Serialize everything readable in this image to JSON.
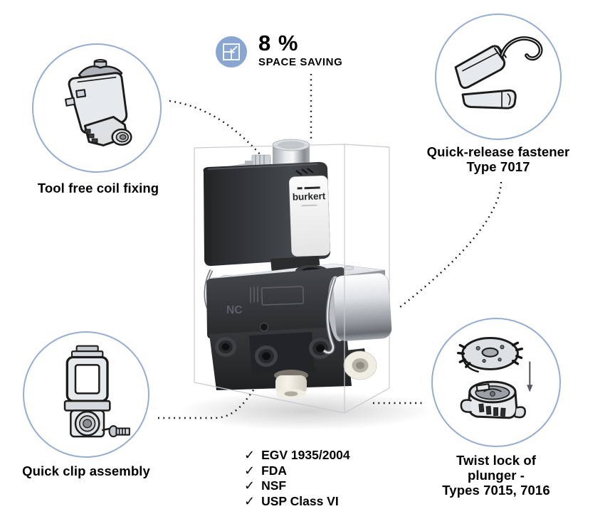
{
  "space_saving": {
    "value": "8 %",
    "label": "SPACE SAVING"
  },
  "features": {
    "tool_free_coil_fixing": {
      "label": "Tool free coil fixing"
    },
    "quick_release_fastener": {
      "line1": "Quick-release fastener",
      "line2": "Type 7017"
    },
    "quick_clip_assembly": {
      "label": "Quick clip assembly"
    },
    "twist_lock_plunger": {
      "line1": "Twist lock of",
      "line2": "plunger -",
      "line3": "Types 7015, 7016"
    }
  },
  "certifications": {
    "check_glyph": "✓",
    "items": [
      "EGV 1935/2004",
      "FDA",
      "NSF",
      "USP Class VI"
    ]
  },
  "product": {
    "brand": "burkert",
    "marking": "NC"
  },
  "colors": {
    "circle_border": "#94add3",
    "badge_blue": "#89a5d1",
    "dotted_line": "#111111",
    "text": "#000000"
  }
}
